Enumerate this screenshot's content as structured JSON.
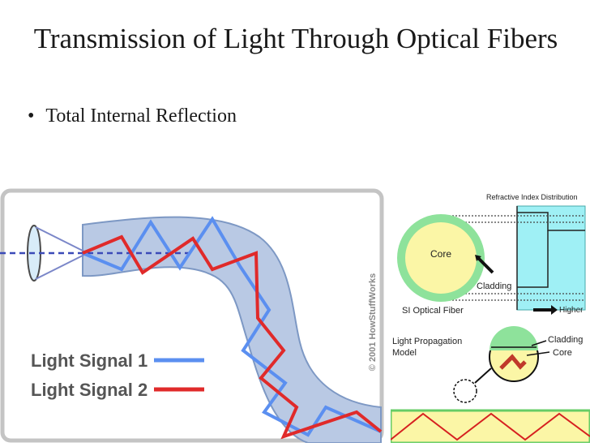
{
  "slide": {
    "title": "Transmission of Light Through Optical Fibers",
    "bullets": [
      "Total Internal Reflection"
    ]
  },
  "left_figure": {
    "legend": [
      {
        "label": "Light Signal 1",
        "color": "#5b8ff0"
      },
      {
        "label": "Light Signal 2",
        "color": "#e02a2a"
      }
    ],
    "copyright": "© 2001 HowStuffWorks"
  },
  "right_figure": {
    "refractive_index_label": "Refractive Index Distribution",
    "core_label": "Core",
    "cladding_label": "Cladding",
    "fiber_label": "SI Optical Fiber",
    "higher_label": "Higher",
    "propagation_label_line1": "Light Propagation",
    "propagation_label_line2": "Model",
    "inset_cladding_label": "Cladding",
    "inset_core_label": "Core"
  },
  "colors": {
    "fiber_fill": "#b9c9e4",
    "core_yellow": "#fbf6a6",
    "cladding_green": "#8ee29b",
    "index_cyan": "#9ff0f5"
  }
}
